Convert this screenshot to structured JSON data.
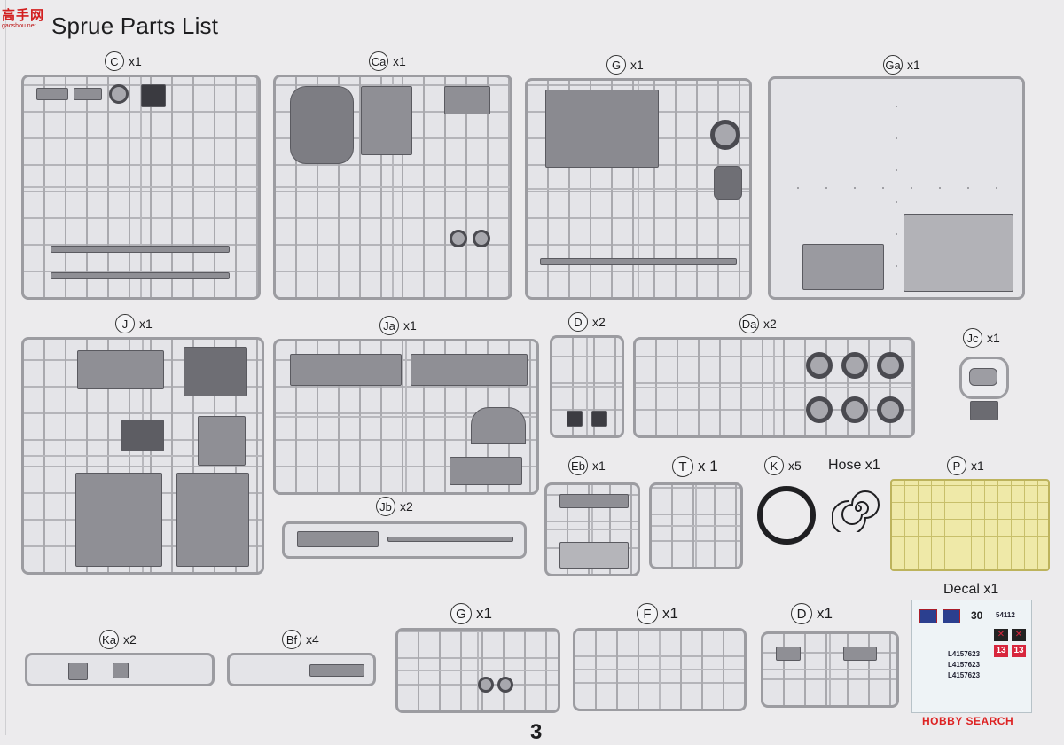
{
  "logo": {
    "cn": "高手网",
    "url": "gaoshou.net"
  },
  "page_title": "Sprue Parts List",
  "page_number": "3",
  "watermark": "HOBBY SEARCH",
  "sprue_labels": [
    {
      "letter": "C",
      "count": "x1"
    },
    {
      "letter": "Ca",
      "count": "x1"
    },
    {
      "letter": "G",
      "count": "x1"
    },
    {
      "letter": "Ga",
      "count": "x1"
    },
    {
      "letter": "J",
      "count": "x1"
    },
    {
      "letter": "Ja",
      "count": "x1"
    },
    {
      "letter": "D",
      "count": "x2"
    },
    {
      "letter": "Da",
      "count": "x2"
    },
    {
      "letter": "Jc",
      "count": "x1"
    },
    {
      "letter": "Eb",
      "count": "x1"
    },
    {
      "letter": "T",
      "count": "x 1"
    },
    {
      "letter": "K",
      "count": "x5"
    },
    {
      "letter": "P",
      "count": "x1"
    },
    {
      "letter": "Jb",
      "count": "x2"
    },
    {
      "letter": "Ka",
      "count": "x2"
    },
    {
      "letter": "Bf",
      "count": "x4"
    },
    {
      "letter": "G",
      "count": "x1"
    },
    {
      "letter": "F",
      "count": "x1"
    },
    {
      "letter": "D",
      "count": "x1"
    }
  ],
  "hose_label": "Hose x1",
  "decal_label": "Decal x1",
  "decal_sheet": {
    "num_30": "30",
    "code_top": "54112",
    "plates": [
      "L4157623",
      "L4157623",
      "L4157623"
    ],
    "marks": [
      "13",
      "13"
    ]
  }
}
